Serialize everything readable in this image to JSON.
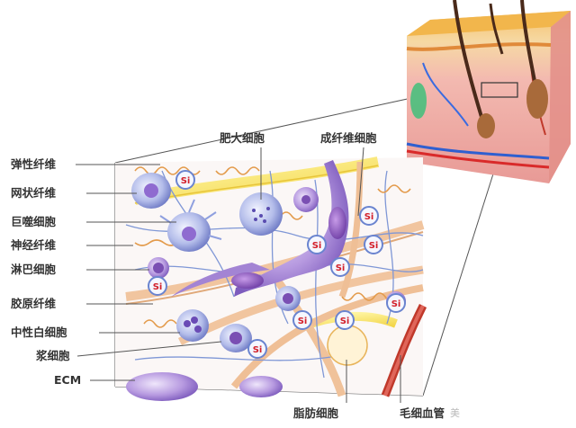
{
  "labels": {
    "elastic_fiber": "弹性纤维",
    "reticular_fiber": "网状纤维",
    "macrophage": "巨噬细胞",
    "nerve_fiber": "神经纤维",
    "lymphocyte": "淋巴细胞",
    "collagen_fiber": "胶原纤维",
    "neutrophil": "中性白细胞",
    "plasma_cell": "浆细胞",
    "ecm": "ECM",
    "mast_cell": "肥大细胞",
    "fibroblast": "成纤维细胞",
    "adipocyte": "脂肪细胞",
    "capillary": "毛细血管"
  },
  "si_marker": "Si",
  "watermark": "美"
}
